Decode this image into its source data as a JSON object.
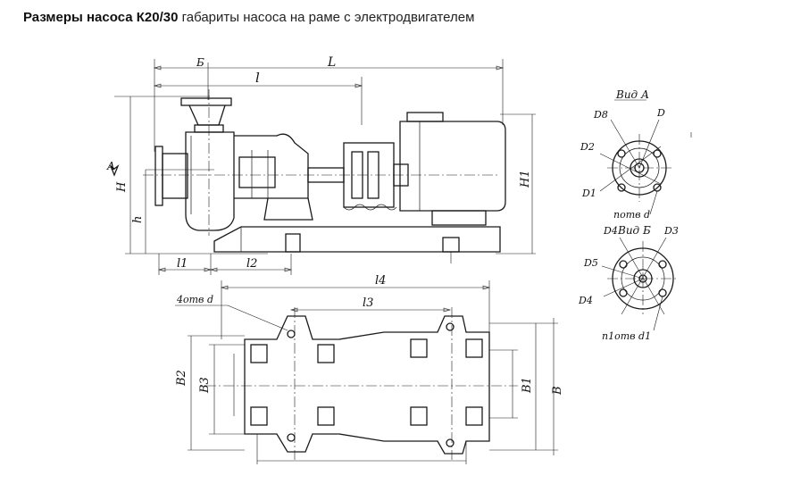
{
  "header": {
    "title_bold": "Размеры насоса К20/30",
    "title_rest": " габариты  насоса  на раме с электродвигателем"
  },
  "labels": {
    "side": {
      "B": "Б",
      "L": "L",
      "l": "l",
      "H1": "H1",
      "H": "H",
      "h": "h",
      "A": "A",
      "l1": "l1",
      "l2": "l2"
    },
    "plan": {
      "l4": "l4",
      "l3": "l3",
      "holes": "4отв d",
      "B2": "B2",
      "B3": "B3",
      "B1": "B1",
      "Bw": "B"
    },
    "viewA": {
      "title": "Вид А",
      "D8": "D8",
      "D": "D",
      "D2": "D2",
      "D1": "D1",
      "holes": "nотв d"
    },
    "viewB": {
      "title": "Вид Б",
      "D4top": "D4",
      "D3": "D3",
      "D5": "D5",
      "D4": "D4",
      "holes": "n1отв d1"
    }
  }
}
